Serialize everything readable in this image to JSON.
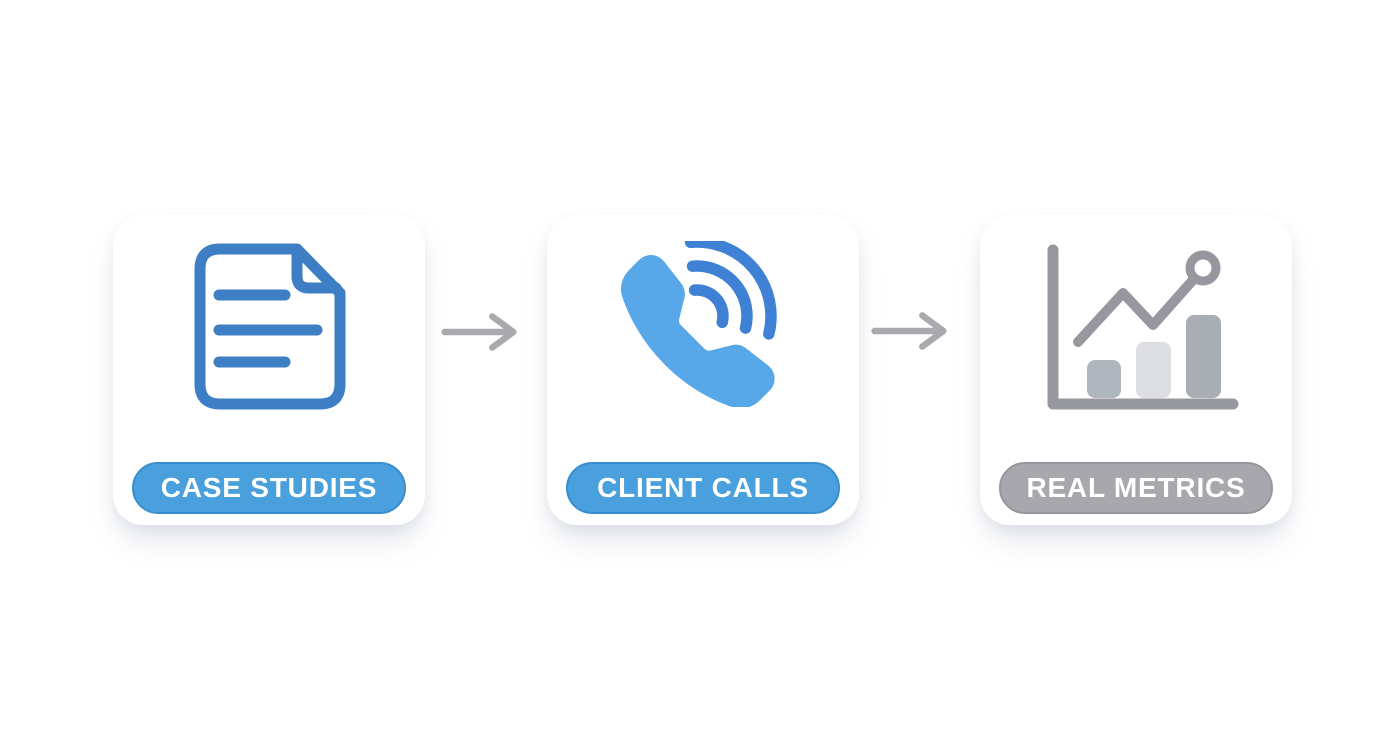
{
  "page": {
    "background": "#ffffff"
  },
  "flow": {
    "steps": [
      {
        "id": "case-studies",
        "label": "CASE STUDIES",
        "icon": "document-icon",
        "pill_bg": "#4a9fdd",
        "pill_border": "#3b8ecb",
        "text_color": "#ffffff"
      },
      {
        "id": "client-calls",
        "label": "CLIENT CALLS",
        "icon": "phone-icon",
        "pill_bg": "#4a9fdd",
        "pill_border": "#3b8ecb",
        "text_color": "#ffffff"
      },
      {
        "id": "real-metrics",
        "label": "REAL METRICS",
        "icon": "bar-chart-icon",
        "pill_bg": "#a7a7ad",
        "pill_border": "#96969e",
        "text_color": "#ffffff"
      }
    ],
    "connectors": [
      {
        "type": "arrow-right"
      },
      {
        "type": "arrow-right"
      }
    ]
  },
  "colors": {
    "page_bg": "#ffffff",
    "card_bg": "#ffffff",
    "document_stroke": "#3e7ec4",
    "phone_fill": "#57a7e9",
    "phone_waves": "#3f81d5",
    "chart_gray": "#97989f",
    "chart_bar_1": "#b0b6bd",
    "chart_bar_2": "#dcdee1",
    "chart_bar_3": "#a9aeb5",
    "arrow": "#a9aaae"
  }
}
